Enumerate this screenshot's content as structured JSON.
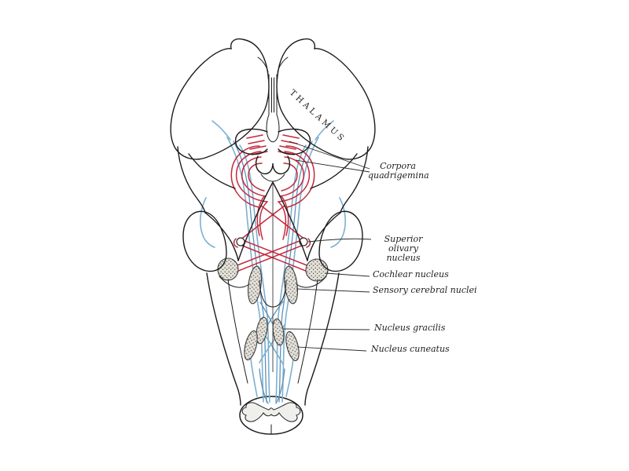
{
  "labels": {
    "thalamus": "THALAMUS",
    "corpora_quadrigemina": {
      "line1": "Corpora",
      "line2": "quadrigemina"
    },
    "superior_olivary": {
      "line1": "Superior olivary",
      "line2": "nucleus"
    },
    "cochlear_nucleus": "Cochlear nucleus",
    "sensory_cerebral_nuclei": "Sensory cerebral nuclei",
    "nucleus_gracilis": "Nucleus gracilis",
    "nucleus_cuneatus": "Nucleus cuneatus"
  },
  "colors": {
    "background": "#ffffff",
    "outline": "#1b1b1b",
    "red_fibers": "#c5283c",
    "blue_fibers": "#7cb0d1",
    "blue_fibers_dark": "#5d92b8",
    "nucleus_fill": "#e4e1d9",
    "nucleus_dot": "#5a5a5a",
    "label_text": "#1f1f1f"
  }
}
